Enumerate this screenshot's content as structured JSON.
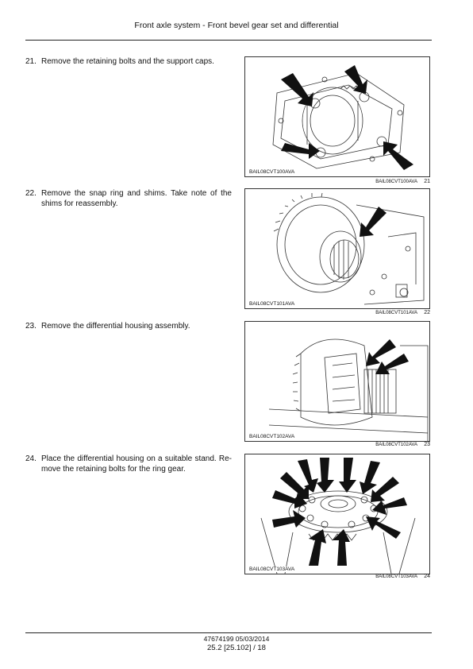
{
  "header": {
    "title": "Front axle system - Front bevel gear set and differential"
  },
  "steps": [
    {
      "number": "21.",
      "text": "Remove the retaining bolts and the support caps.",
      "figure_code": "BAIL08CVT100AVA",
      "figure_number": "21"
    },
    {
      "number": "22.",
      "text": "Remove the snap ring and shims. Take note of the shims for reassembly.",
      "figure_code": "BAIL08CVT101AVA",
      "figure_number": "22"
    },
    {
      "number": "23.",
      "text": "Remove the differential housing assembly.",
      "figure_code": "BAIL08CVT102AVA",
      "figure_number": "23"
    },
    {
      "number": "24.",
      "text": "Place the differential housing on a suitable stand. Re-move the retaining bolts for the ring gear.",
      "figure_code": "BAIL08CVT103AVA",
      "figure_number": "24"
    }
  ],
  "footer": {
    "doc_ref": "47674199 05/03/2014",
    "page_ref": "25.2 [25.102] / 18"
  }
}
